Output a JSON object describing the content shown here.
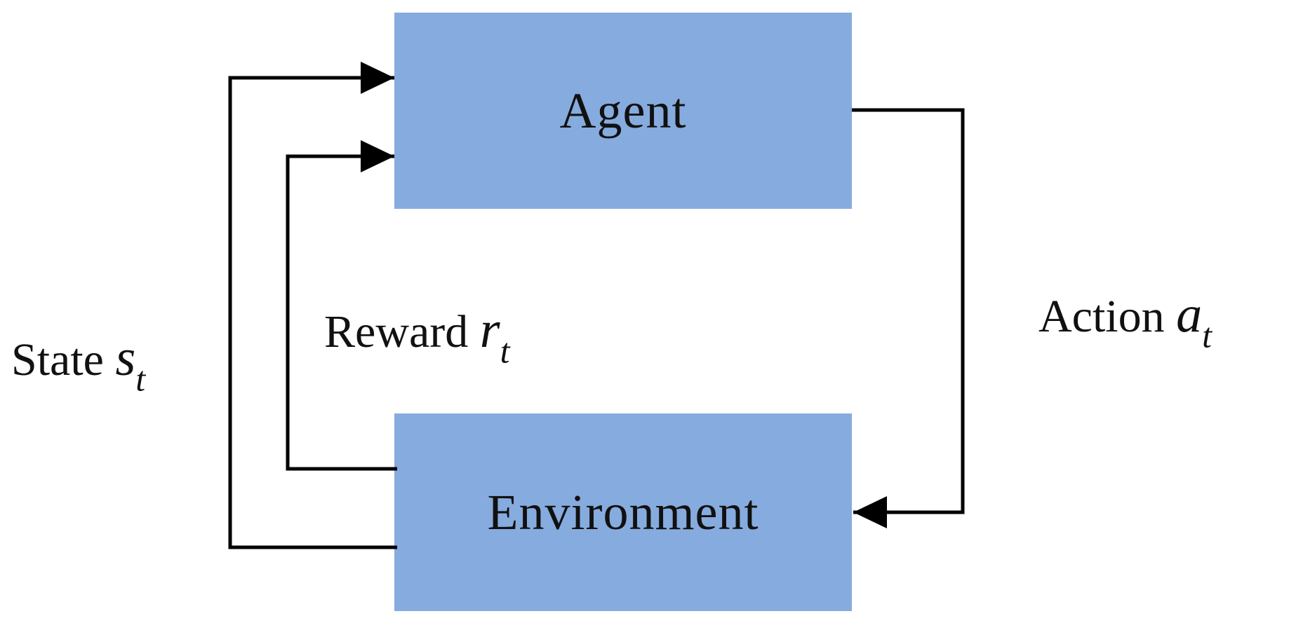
{
  "colors": {
    "box_fill": "#86ABDE",
    "line": "#000000",
    "text": "#111111"
  },
  "nodes": {
    "agent": "Agent",
    "environment": "Environment"
  },
  "edges": {
    "state": {
      "label": "State",
      "symbol": "s",
      "subscript": "t",
      "from": "Environment",
      "to": "Agent"
    },
    "reward": {
      "label": "Reward",
      "symbol": "r",
      "subscript": "t",
      "from": "Environment",
      "to": "Agent"
    },
    "action": {
      "label": "Action",
      "symbol": "a",
      "subscript": "t",
      "from": "Agent",
      "to": "Environment"
    }
  }
}
